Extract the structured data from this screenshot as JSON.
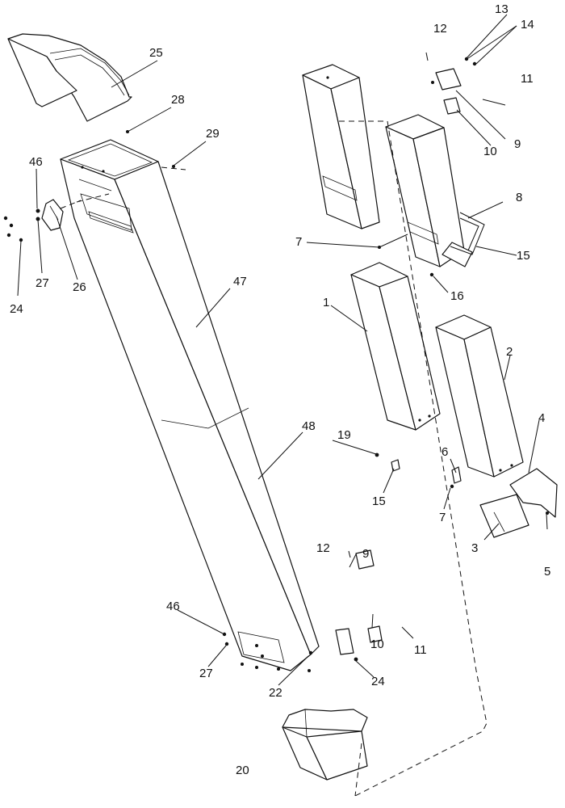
{
  "callouts": {
    "c1": "1",
    "c2": "2",
    "c3": "3",
    "c4": "4",
    "c5": "5",
    "c6": "6",
    "c7a": "7",
    "c7b": "7",
    "c8": "8",
    "c9a": "9",
    "c9b": "9",
    "c10a": "10",
    "c10b": "10",
    "c11a": "11",
    "c11b": "11",
    "c12a": "12",
    "c12b": "12",
    "c13": "13",
    "c14": "14",
    "c15a": "15",
    "c15b": "15",
    "c16": "16",
    "c19": "19",
    "c20": "20",
    "c22": "22",
    "c24a": "24",
    "c24b": "24",
    "c25": "25",
    "c26": "26",
    "c27a": "27",
    "c27b": "27",
    "c28": "28",
    "c29": "29",
    "c46a": "46",
    "c46b": "46",
    "c47": "47",
    "c48": "48"
  }
}
